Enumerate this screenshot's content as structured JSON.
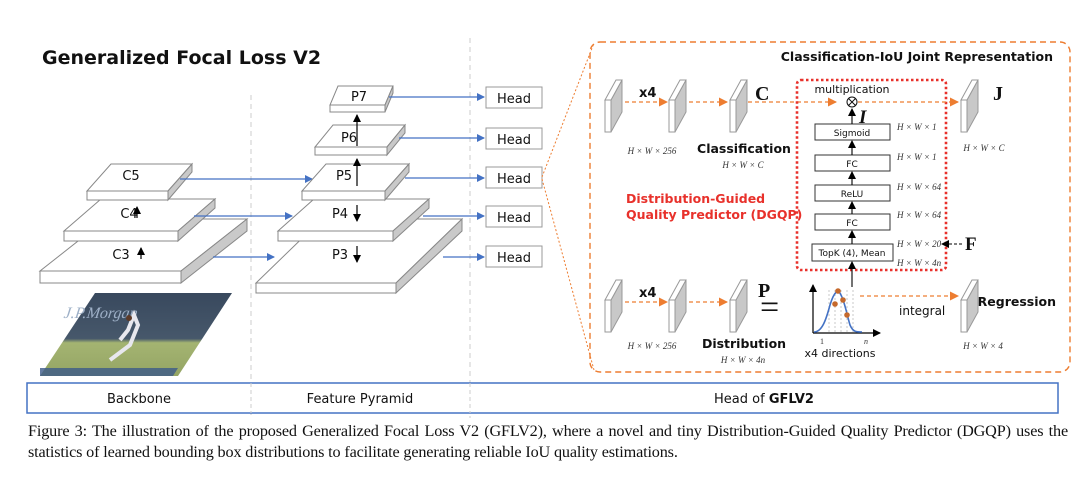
{
  "title": "Generalized Focal Loss V2",
  "backbone": {
    "levels": [
      "C3",
      "C4",
      "C5"
    ],
    "image_alt": "tennis player photo (J.P.Morgan)",
    "image_text": "J.P.Morgan"
  },
  "pyramid": {
    "levels": [
      "P3",
      "P4",
      "P5",
      "P6",
      "P7"
    ]
  },
  "heads": [
    "Head",
    "Head",
    "Head",
    "Head",
    "Head"
  ],
  "head_detail": {
    "section_title": "Classification-IoU Joint Representation",
    "cls_branch": {
      "repeat": "x4",
      "dim_in": "H × W × 256",
      "label": "Classification",
      "dim_out": "H × W × C",
      "symbol": "C"
    },
    "reg_branch": {
      "repeat": "x4",
      "dim_in": "H × W × 256",
      "label": "Distribution",
      "dim_out": "H × W × 4n",
      "symbol": "P",
      "equals": "="
    },
    "multiplication_label": "multiplication",
    "iou_symbol": "I",
    "joint_symbol": "J",
    "joint_dim": "H × W × C",
    "feature_symbol": "F",
    "dgqp": {
      "label_line1": "Distribution-Guided",
      "label_line2": "Quality Predictor (DGQP)",
      "color": "#e8312b",
      "layers": [
        "TopK (4), Mean",
        "FC",
        "ReLU",
        "FC",
        "Sigmoid"
      ],
      "dims": [
        "H × W × 4n",
        "H × W × 20",
        "H × W × 64",
        "H × W × 64",
        "H × W × 1",
        "H × W × 1"
      ]
    },
    "distribution_plot": {
      "x_start": "1",
      "x_end": "n",
      "caption": "x4 directions"
    },
    "integral_label": "integral",
    "regression_label": "Regression",
    "regression_dim": "H × W × 4"
  },
  "bottom_bar": {
    "sections": [
      "Backbone",
      "Feature Pyramid",
      "Head of "
    ],
    "head_bold": "GFLV2"
  },
  "colors": {
    "arrow_blue": "#4472c4",
    "orange": "#ed7d31",
    "dgqp_red": "#e8312b",
    "side_gray": "#c9c9c9"
  },
  "caption": "Figure 3: The illustration of the proposed Generalized Focal Loss V2 (GFLV2), where a novel and tiny Distribution-Guided Quality Predictor (DGQP) uses the statistics of learned bounding box distributions to facilitate generating reliable IoU quality estimations."
}
